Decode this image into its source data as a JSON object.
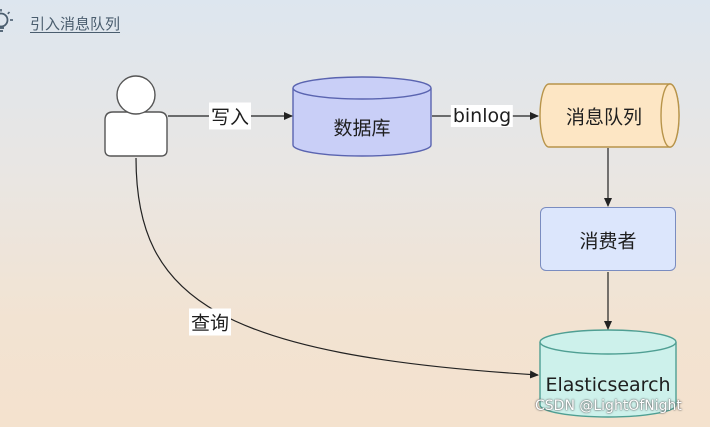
{
  "header": {
    "title": "引入消息队列",
    "icon": "lightbulb-icon"
  },
  "nodes": {
    "user": {
      "icon": "user-icon"
    },
    "database": {
      "label": "数据库",
      "color": "#c9cff7"
    },
    "message_queue": {
      "label": "消息队列",
      "color": "#fde6c4"
    },
    "consumer": {
      "label": "消费者",
      "color": "#dce6fc"
    },
    "elasticsearch": {
      "label": "Elasticsearch",
      "color": "#cdf1eb"
    }
  },
  "edges": {
    "write": "写入",
    "binlog": "binlog",
    "query": "查询"
  },
  "watermark": "CSDN @LightOfNight"
}
